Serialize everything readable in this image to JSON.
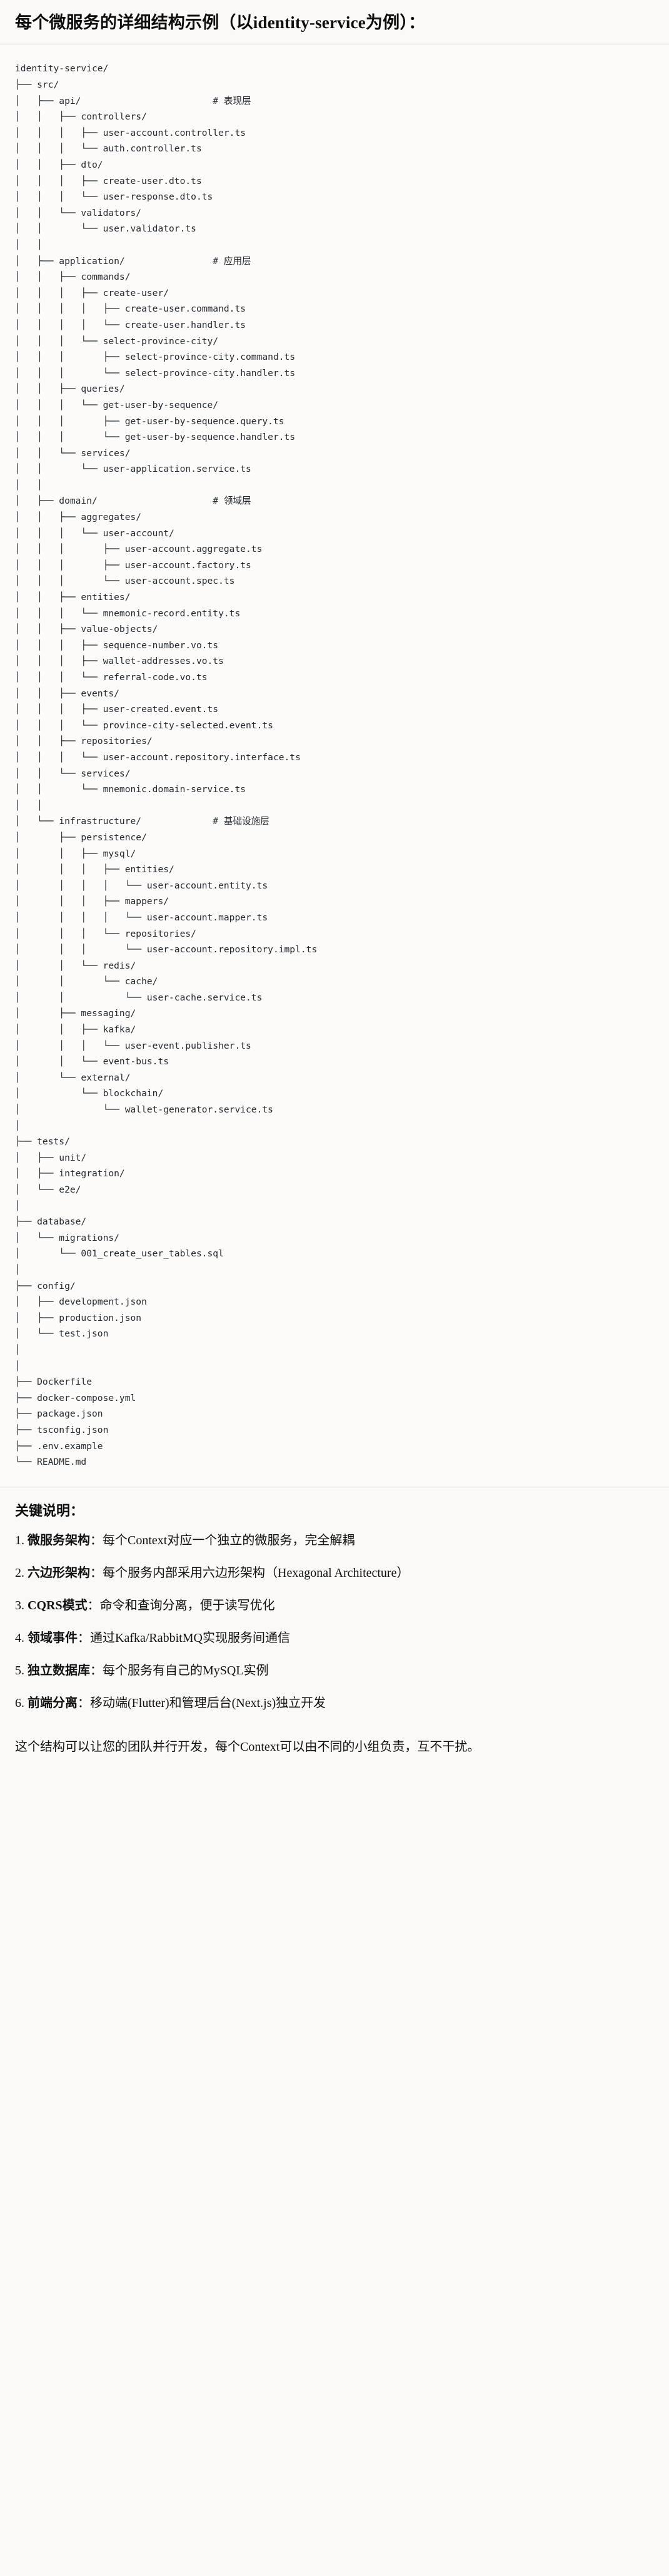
{
  "heading": "每个微服务的详细结构示例（以identity-service为例）：",
  "tree": {
    "comment_column": 36,
    "lines": [
      {
        "text": "identity-service/",
        "comment": ""
      },
      {
        "text": "├── src/",
        "comment": ""
      },
      {
        "text": "│   ├── api/",
        "comment": "# 表现层"
      },
      {
        "text": "│   │   ├── controllers/",
        "comment": ""
      },
      {
        "text": "│   │   │   ├── user-account.controller.ts",
        "comment": ""
      },
      {
        "text": "│   │   │   └── auth.controller.ts",
        "comment": ""
      },
      {
        "text": "│   │   ├── dto/",
        "comment": ""
      },
      {
        "text": "│   │   │   ├── create-user.dto.ts",
        "comment": ""
      },
      {
        "text": "│   │   │   └── user-response.dto.ts",
        "comment": ""
      },
      {
        "text": "│   │   └── validators/",
        "comment": ""
      },
      {
        "text": "│   │       └── user.validator.ts",
        "comment": ""
      },
      {
        "text": "│   │",
        "comment": ""
      },
      {
        "text": "│   ├── application/",
        "comment": "# 应用层"
      },
      {
        "text": "│   │   ├── commands/",
        "comment": ""
      },
      {
        "text": "│   │   │   ├── create-user/",
        "comment": ""
      },
      {
        "text": "│   │   │   │   ├── create-user.command.ts",
        "comment": ""
      },
      {
        "text": "│   │   │   │   └── create-user.handler.ts",
        "comment": ""
      },
      {
        "text": "│   │   │   └── select-province-city/",
        "comment": ""
      },
      {
        "text": "│   │   │       ├── select-province-city.command.ts",
        "comment": ""
      },
      {
        "text": "│   │   │       └── select-province-city.handler.ts",
        "comment": ""
      },
      {
        "text": "│   │   ├── queries/",
        "comment": ""
      },
      {
        "text": "│   │   │   └── get-user-by-sequence/",
        "comment": ""
      },
      {
        "text": "│   │   │       ├── get-user-by-sequence.query.ts",
        "comment": ""
      },
      {
        "text": "│   │   │       └── get-user-by-sequence.handler.ts",
        "comment": ""
      },
      {
        "text": "│   │   └── services/",
        "comment": ""
      },
      {
        "text": "│   │       └── user-application.service.ts",
        "comment": ""
      },
      {
        "text": "│   │",
        "comment": ""
      },
      {
        "text": "│   ├── domain/",
        "comment": "# 领域层"
      },
      {
        "text": "│   │   ├── aggregates/",
        "comment": ""
      },
      {
        "text": "│   │   │   └── user-account/",
        "comment": ""
      },
      {
        "text": "│   │   │       ├── user-account.aggregate.ts",
        "comment": ""
      },
      {
        "text": "│   │   │       ├── user-account.factory.ts",
        "comment": ""
      },
      {
        "text": "│   │   │       └── user-account.spec.ts",
        "comment": ""
      },
      {
        "text": "│   │   ├── entities/",
        "comment": ""
      },
      {
        "text": "│   │   │   └── mnemonic-record.entity.ts",
        "comment": ""
      },
      {
        "text": "│   │   ├── value-objects/",
        "comment": ""
      },
      {
        "text": "│   │   │   ├── sequence-number.vo.ts",
        "comment": ""
      },
      {
        "text": "│   │   │   ├── wallet-addresses.vo.ts",
        "comment": ""
      },
      {
        "text": "│   │   │   └── referral-code.vo.ts",
        "comment": ""
      },
      {
        "text": "│   │   ├── events/",
        "comment": ""
      },
      {
        "text": "│   │   │   ├── user-created.event.ts",
        "comment": ""
      },
      {
        "text": "│   │   │   └── province-city-selected.event.ts",
        "comment": ""
      },
      {
        "text": "│   │   ├── repositories/",
        "comment": ""
      },
      {
        "text": "│   │   │   └── user-account.repository.interface.ts",
        "comment": ""
      },
      {
        "text": "│   │   └── services/",
        "comment": ""
      },
      {
        "text": "│   │       └── mnemonic.domain-service.ts",
        "comment": ""
      },
      {
        "text": "│   │",
        "comment": ""
      },
      {
        "text": "│   └── infrastructure/",
        "comment": "# 基础设施层"
      },
      {
        "text": "│       ├── persistence/",
        "comment": ""
      },
      {
        "text": "│       │   ├── mysql/",
        "comment": ""
      },
      {
        "text": "│       │   │   ├── entities/",
        "comment": ""
      },
      {
        "text": "│       │   │   │   └── user-account.entity.ts",
        "comment": ""
      },
      {
        "text": "│       │   │   ├── mappers/",
        "comment": ""
      },
      {
        "text": "│       │   │   │   └── user-account.mapper.ts",
        "comment": ""
      },
      {
        "text": "│       │   │   └── repositories/",
        "comment": ""
      },
      {
        "text": "│       │   │       └── user-account.repository.impl.ts",
        "comment": ""
      },
      {
        "text": "│       │   └── redis/",
        "comment": ""
      },
      {
        "text": "│       │       └── cache/",
        "comment": ""
      },
      {
        "text": "│       │           └── user-cache.service.ts",
        "comment": ""
      },
      {
        "text": "│       ├── messaging/",
        "comment": ""
      },
      {
        "text": "│       │   ├── kafka/",
        "comment": ""
      },
      {
        "text": "│       │   │   └── user-event.publisher.ts",
        "comment": ""
      },
      {
        "text": "│       │   └── event-bus.ts",
        "comment": ""
      },
      {
        "text": "│       └── external/",
        "comment": ""
      },
      {
        "text": "│           └── blockchain/",
        "comment": ""
      },
      {
        "text": "│               └── wallet-generator.service.ts",
        "comment": ""
      },
      {
        "text": "│",
        "comment": ""
      },
      {
        "text": "├── tests/",
        "comment": ""
      },
      {
        "text": "│   ├── unit/",
        "comment": ""
      },
      {
        "text": "│   ├── integration/",
        "comment": ""
      },
      {
        "text": "│   └── e2e/",
        "comment": ""
      },
      {
        "text": "│",
        "comment": ""
      },
      {
        "text": "├── database/",
        "comment": ""
      },
      {
        "text": "│   └── migrations/",
        "comment": ""
      },
      {
        "text": "│       └── 001_create_user_tables.sql",
        "comment": ""
      },
      {
        "text": "│",
        "comment": ""
      },
      {
        "text": "├── config/",
        "comment": ""
      },
      {
        "text": "│   ├── development.json",
        "comment": ""
      },
      {
        "text": "│   ├── production.json",
        "comment": ""
      },
      {
        "text": "│   └── test.json",
        "comment": ""
      },
      {
        "text": "│",
        "comment": ""
      },
      {
        "text": "│",
        "comment": ""
      },
      {
        "text": "├── Dockerfile",
        "comment": ""
      },
      {
        "text": "├── docker-compose.yml",
        "comment": ""
      },
      {
        "text": "├── package.json",
        "comment": ""
      },
      {
        "text": "├── tsconfig.json",
        "comment": ""
      },
      {
        "text": "├── .env.example",
        "comment": ""
      },
      {
        "text": "└── README.md",
        "comment": ""
      }
    ]
  },
  "keypoints": {
    "title": "关键说明：",
    "items": [
      {
        "num": "1. ",
        "term": "微服务架构",
        "desc": "：每个Context对应一个独立的微服务，完全解耦"
      },
      {
        "num": "2. ",
        "term": "六边形架构",
        "desc": "：每个服务内部采用六边形架构（Hexagonal Architecture）"
      },
      {
        "num": "3. ",
        "term": "CQRS模式",
        "desc": "：命令和查询分离，便于读写优化"
      },
      {
        "num": "4. ",
        "term": "领域事件",
        "desc": "：通过Kafka/RabbitMQ实现服务间通信"
      },
      {
        "num": "5. ",
        "term": "独立数据库",
        "desc": "：每个服务有自己的MySQL实例"
      },
      {
        "num": "6. ",
        "term": "前端分离",
        "desc": "：移动端(Flutter)和管理后台(Next.js)独立开发"
      }
    ],
    "closing": "这个结构可以让您的团队并行开发，每个Context可以由不同的小组负责，互不干扰。"
  }
}
